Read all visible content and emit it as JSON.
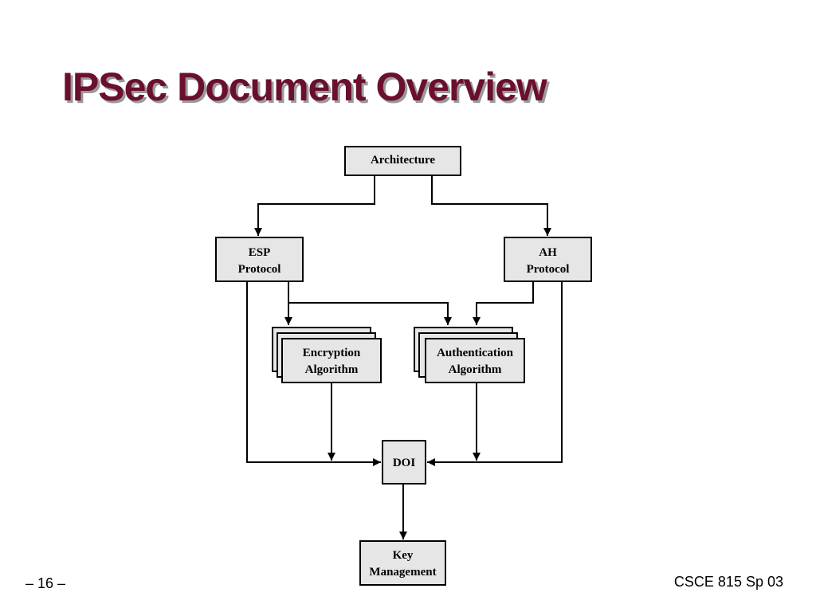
{
  "slide": {
    "title": "IPSec Document Overview",
    "page_number": "– 16 –",
    "course": "CSCE 815 Sp 03"
  },
  "diagram": {
    "architecture": [
      "Architecture"
    ],
    "esp_protocol": [
      "ESP",
      "Protocol"
    ],
    "ah_protocol": [
      "AH",
      "Protocol"
    ],
    "encryption_algorithm": [
      "Encryption",
      "Algorithm"
    ],
    "authentication_algorithm": [
      "Authentication",
      "Algorithm"
    ],
    "doi": [
      "DOI"
    ],
    "key_management": [
      "Key",
      "Management"
    ]
  },
  "colors": {
    "title": "#6b0f2e",
    "title_shadow": "#9a9a9a",
    "box_fill": "#e6e6e6"
  }
}
